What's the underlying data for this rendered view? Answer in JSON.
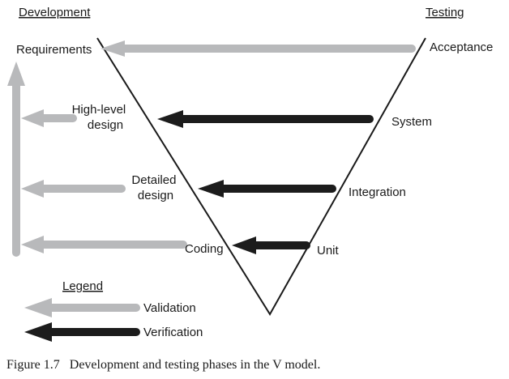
{
  "headers": {
    "development": "Development",
    "testing": "Testing"
  },
  "phases": {
    "requirements": "Requirements",
    "high_level_design": [
      "High-level",
      "design"
    ],
    "detailed_design": [
      "Detailed",
      "design"
    ],
    "coding": "Coding",
    "acceptance": "Acceptance",
    "system": "System",
    "integration": "Integration",
    "unit": "Unit"
  },
  "legend": {
    "title": "Legend",
    "validation": "Validation",
    "verification": "Verification"
  },
  "caption": "Figure 1.7   Development and testing phases in the V model.",
  "colors": {
    "validation": "#b8b9bb",
    "verification": "#1c1c1c",
    "line": "#1a1a1a"
  }
}
